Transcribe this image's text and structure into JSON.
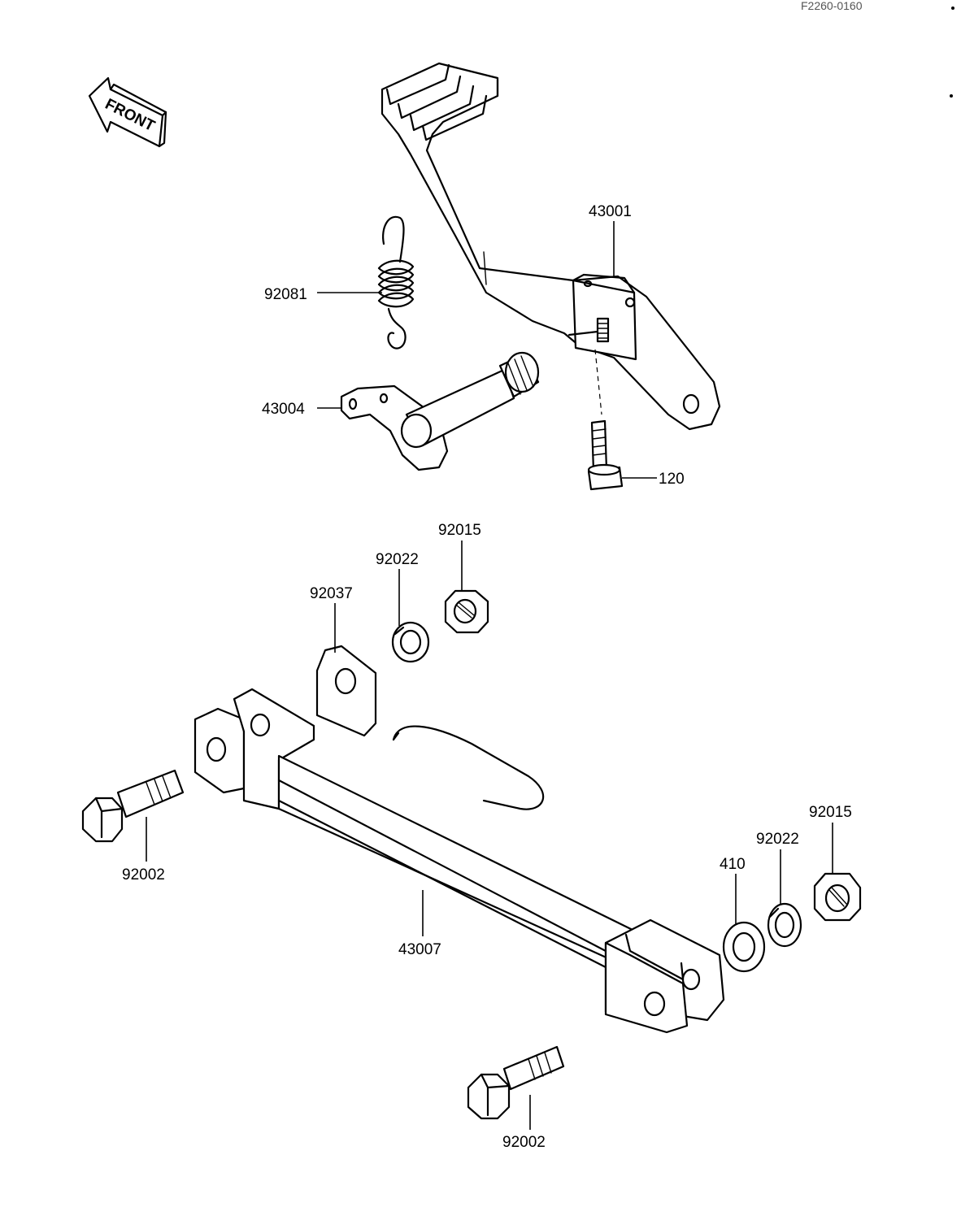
{
  "ref_code": "F2260-0160",
  "front_label": "FRONT",
  "parts": {
    "p43001": "43001",
    "p92081": "92081",
    "p43004": "43004",
    "p120": "120",
    "p92015_top": "92015",
    "p92022_top": "92022",
    "p92037": "92037",
    "p92002_left": "92002",
    "p43007": "43007",
    "p410": "410",
    "p92022_right": "92022",
    "p92015_right": "92015",
    "p92002_bottom": "92002"
  }
}
